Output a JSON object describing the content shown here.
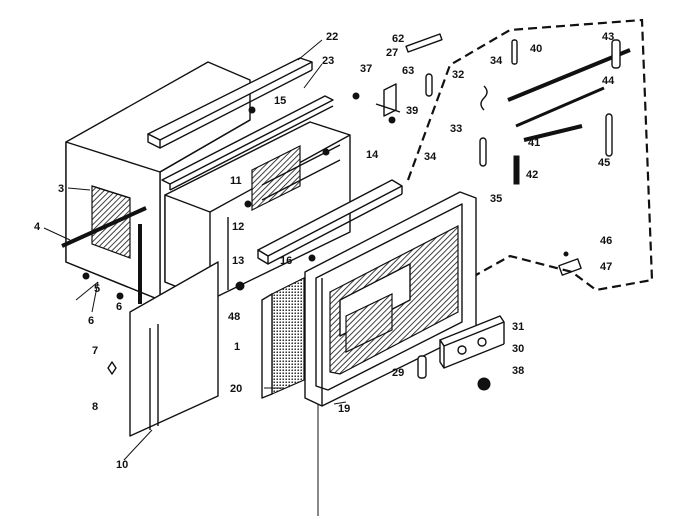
{
  "diagram": {
    "callouts": [
      {
        "id": "c22",
        "text": "22"
      },
      {
        "id": "c23",
        "text": "23"
      },
      {
        "id": "c15",
        "text": "15"
      },
      {
        "id": "c62",
        "text": "62"
      },
      {
        "id": "c27",
        "text": "27"
      },
      {
        "id": "c37",
        "text": "37"
      },
      {
        "id": "c63",
        "text": "63"
      },
      {
        "id": "c39",
        "text": "39"
      },
      {
        "id": "c32",
        "text": "32"
      },
      {
        "id": "c34a",
        "text": "34"
      },
      {
        "id": "c40",
        "text": "40"
      },
      {
        "id": "c43",
        "text": "43"
      },
      {
        "id": "c44",
        "text": "44"
      },
      {
        "id": "c33",
        "text": "33"
      },
      {
        "id": "c41",
        "text": "41"
      },
      {
        "id": "c42",
        "text": "42"
      },
      {
        "id": "c45",
        "text": "45"
      },
      {
        "id": "c35",
        "text": "35"
      },
      {
        "id": "c3",
        "text": "3"
      },
      {
        "id": "c11",
        "text": "11"
      },
      {
        "id": "c14",
        "text": "14"
      },
      {
        "id": "c34b",
        "text": "34"
      },
      {
        "id": "c4",
        "text": "4"
      },
      {
        "id": "c12",
        "text": "12"
      },
      {
        "id": "c5",
        "text": "5"
      },
      {
        "id": "c6a",
        "text": "6"
      },
      {
        "id": "c6b",
        "text": "6"
      },
      {
        "id": "c13",
        "text": "13"
      },
      {
        "id": "c16",
        "text": "16"
      },
      {
        "id": "c46",
        "text": "46"
      },
      {
        "id": "c47",
        "text": "47"
      },
      {
        "id": "c48",
        "text": "48"
      },
      {
        "id": "c1",
        "text": "1"
      },
      {
        "id": "c31",
        "text": "31"
      },
      {
        "id": "c7",
        "text": "7"
      },
      {
        "id": "c30",
        "text": "30"
      },
      {
        "id": "c29",
        "text": "29"
      },
      {
        "id": "c38",
        "text": "38"
      },
      {
        "id": "c20",
        "text": "20"
      },
      {
        "id": "c8",
        "text": "8"
      },
      {
        "id": "c19",
        "text": "19"
      },
      {
        "id": "c10",
        "text": "10"
      }
    ]
  }
}
